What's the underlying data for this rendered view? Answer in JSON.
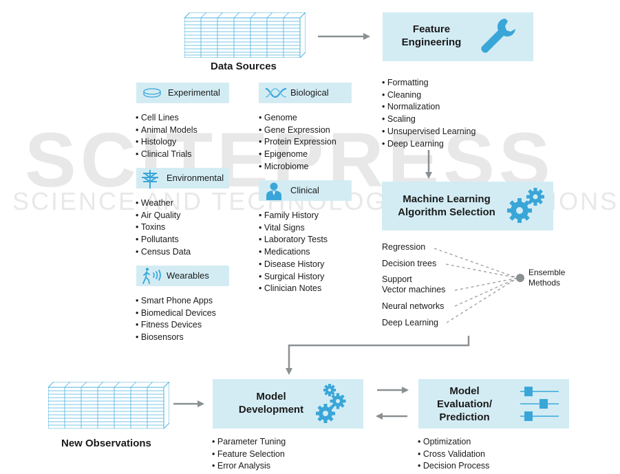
{
  "data_sources": {
    "title": "Data Sources"
  },
  "new_observations": {
    "title": "New Observations"
  },
  "feature_engineering": {
    "title_line1": "Feature",
    "title_line2": "Engineering",
    "steps": [
      "Formatting",
      "Cleaning",
      "Normalization",
      "Scaling",
      "Unsupervised Learning",
      "Deep Learning"
    ]
  },
  "categories": {
    "experimental": {
      "label": "Experimental",
      "items": [
        "Cell Lines",
        "Animal Models",
        "Histology",
        "Clinical Trials"
      ]
    },
    "biological": {
      "label": "Biological",
      "items": [
        "Genome",
        "Gene Expression",
        "Protein Expression",
        "Epigenome",
        "Microbiome"
      ]
    },
    "environmental": {
      "label": "Environmental",
      "items": [
        "Weather",
        "Air Quality",
        "Toxins",
        "Pollutants",
        "Census Data"
      ]
    },
    "clinical": {
      "label": "Clinical",
      "items": [
        "Family History",
        "Vital Signs",
        "Laboratory Tests",
        "Medications",
        "Disease History",
        "Surgical History",
        "Clinician Notes"
      ]
    },
    "wearables": {
      "label": "Wearables",
      "items": [
        "Smart Phone Apps",
        "Biomedical Devices",
        "Fitness Devices",
        "Biosensors"
      ]
    }
  },
  "ml_selection": {
    "title_line1": "Machine Learning",
    "title_line2": "Algorithm Selection",
    "algorithms": [
      {
        "line1": "Regression",
        "line2": ""
      },
      {
        "line1": "Decision trees",
        "line2": ""
      },
      {
        "line1": "Support",
        "line2": "Vector machines"
      },
      {
        "line1": "Neural networks",
        "line2": ""
      },
      {
        "line1": "Deep Learning",
        "line2": ""
      }
    ],
    "ensemble_line1": "Ensemble",
    "ensemble_line2": "Methods"
  },
  "model_development": {
    "title_line1": "Model",
    "title_line2": "Development",
    "steps": [
      "Parameter Tuning",
      "Feature Selection",
      "Error Analysis"
    ]
  },
  "model_evaluation": {
    "title_line1": "Model",
    "title_line2": "Evaluation/",
    "title_line3": "Prediction",
    "steps": [
      "Optimization",
      "Cross Validation",
      "Decision Process"
    ]
  },
  "watermark": {
    "line1": "SCITEPRESS",
    "line2": "SCIENCE AND TECHNOLOGY PUBLICATIONS"
  },
  "colors": {
    "box_fill": "#d3ecf4",
    "icon_blue": "#3aa6d8",
    "arrow_gray": "#8a8f92",
    "dashed_gray": "#9a9a9a"
  }
}
